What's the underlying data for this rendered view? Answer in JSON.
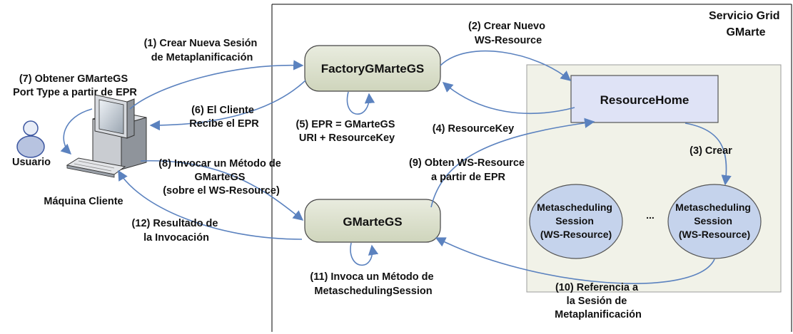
{
  "service_title": [
    "Servicio Grid",
    "GMarte"
  ],
  "nodes": {
    "factory": "FactoryGMarteGS",
    "gmartegs": "GMarteGS",
    "resource_home": "ResourceHome",
    "session_left": [
      "Metascheduling",
      "Session",
      "(WS-Resource)"
    ],
    "session_right": [
      "Metascheduling",
      "Session",
      "(WS-Resource)"
    ],
    "ellipsis": "..."
  },
  "actors": {
    "user": "Usuario",
    "machine": "Máquina Cliente"
  },
  "steps": {
    "s1": [
      "(1) Crear Nueva Sesión",
      "de Metaplanificación"
    ],
    "s2": [
      "(2) Crear Nuevo",
      "WS-Resource"
    ],
    "s3": [
      "(3) Crear"
    ],
    "s4": [
      "(4) ResourceKey"
    ],
    "s5": [
      "(5) EPR = GMarteGS",
      "URI + ResourceKey"
    ],
    "s6": [
      "(6) El Cliente",
      "Recibe el EPR"
    ],
    "s7": [
      "(7) Obtener GMarteGS",
      "Port Type a partir de EPR"
    ],
    "s8": [
      "(8) Invocar un Método de",
      "GMarteGS",
      "(sobre el WS-Resource)"
    ],
    "s9": [
      "(9) Obten WS-Resource",
      "a partir de EPR"
    ],
    "s10": [
      "(10) Referencia a",
      "la Sesión de",
      "Metaplanificación"
    ],
    "s11": [
      "(11) Invoca un Método de",
      "MetaschedulingSession"
    ],
    "s12": [
      "(12) Resultado de",
      "la Invocación"
    ]
  },
  "colors": {
    "arrow": "#5b82bf",
    "factory_fill": "#dde3cf",
    "inner_area_fill": "#f1f2e8",
    "resource_home_fill": "#dfe3f6",
    "session_fill": "#c5d3ec"
  }
}
